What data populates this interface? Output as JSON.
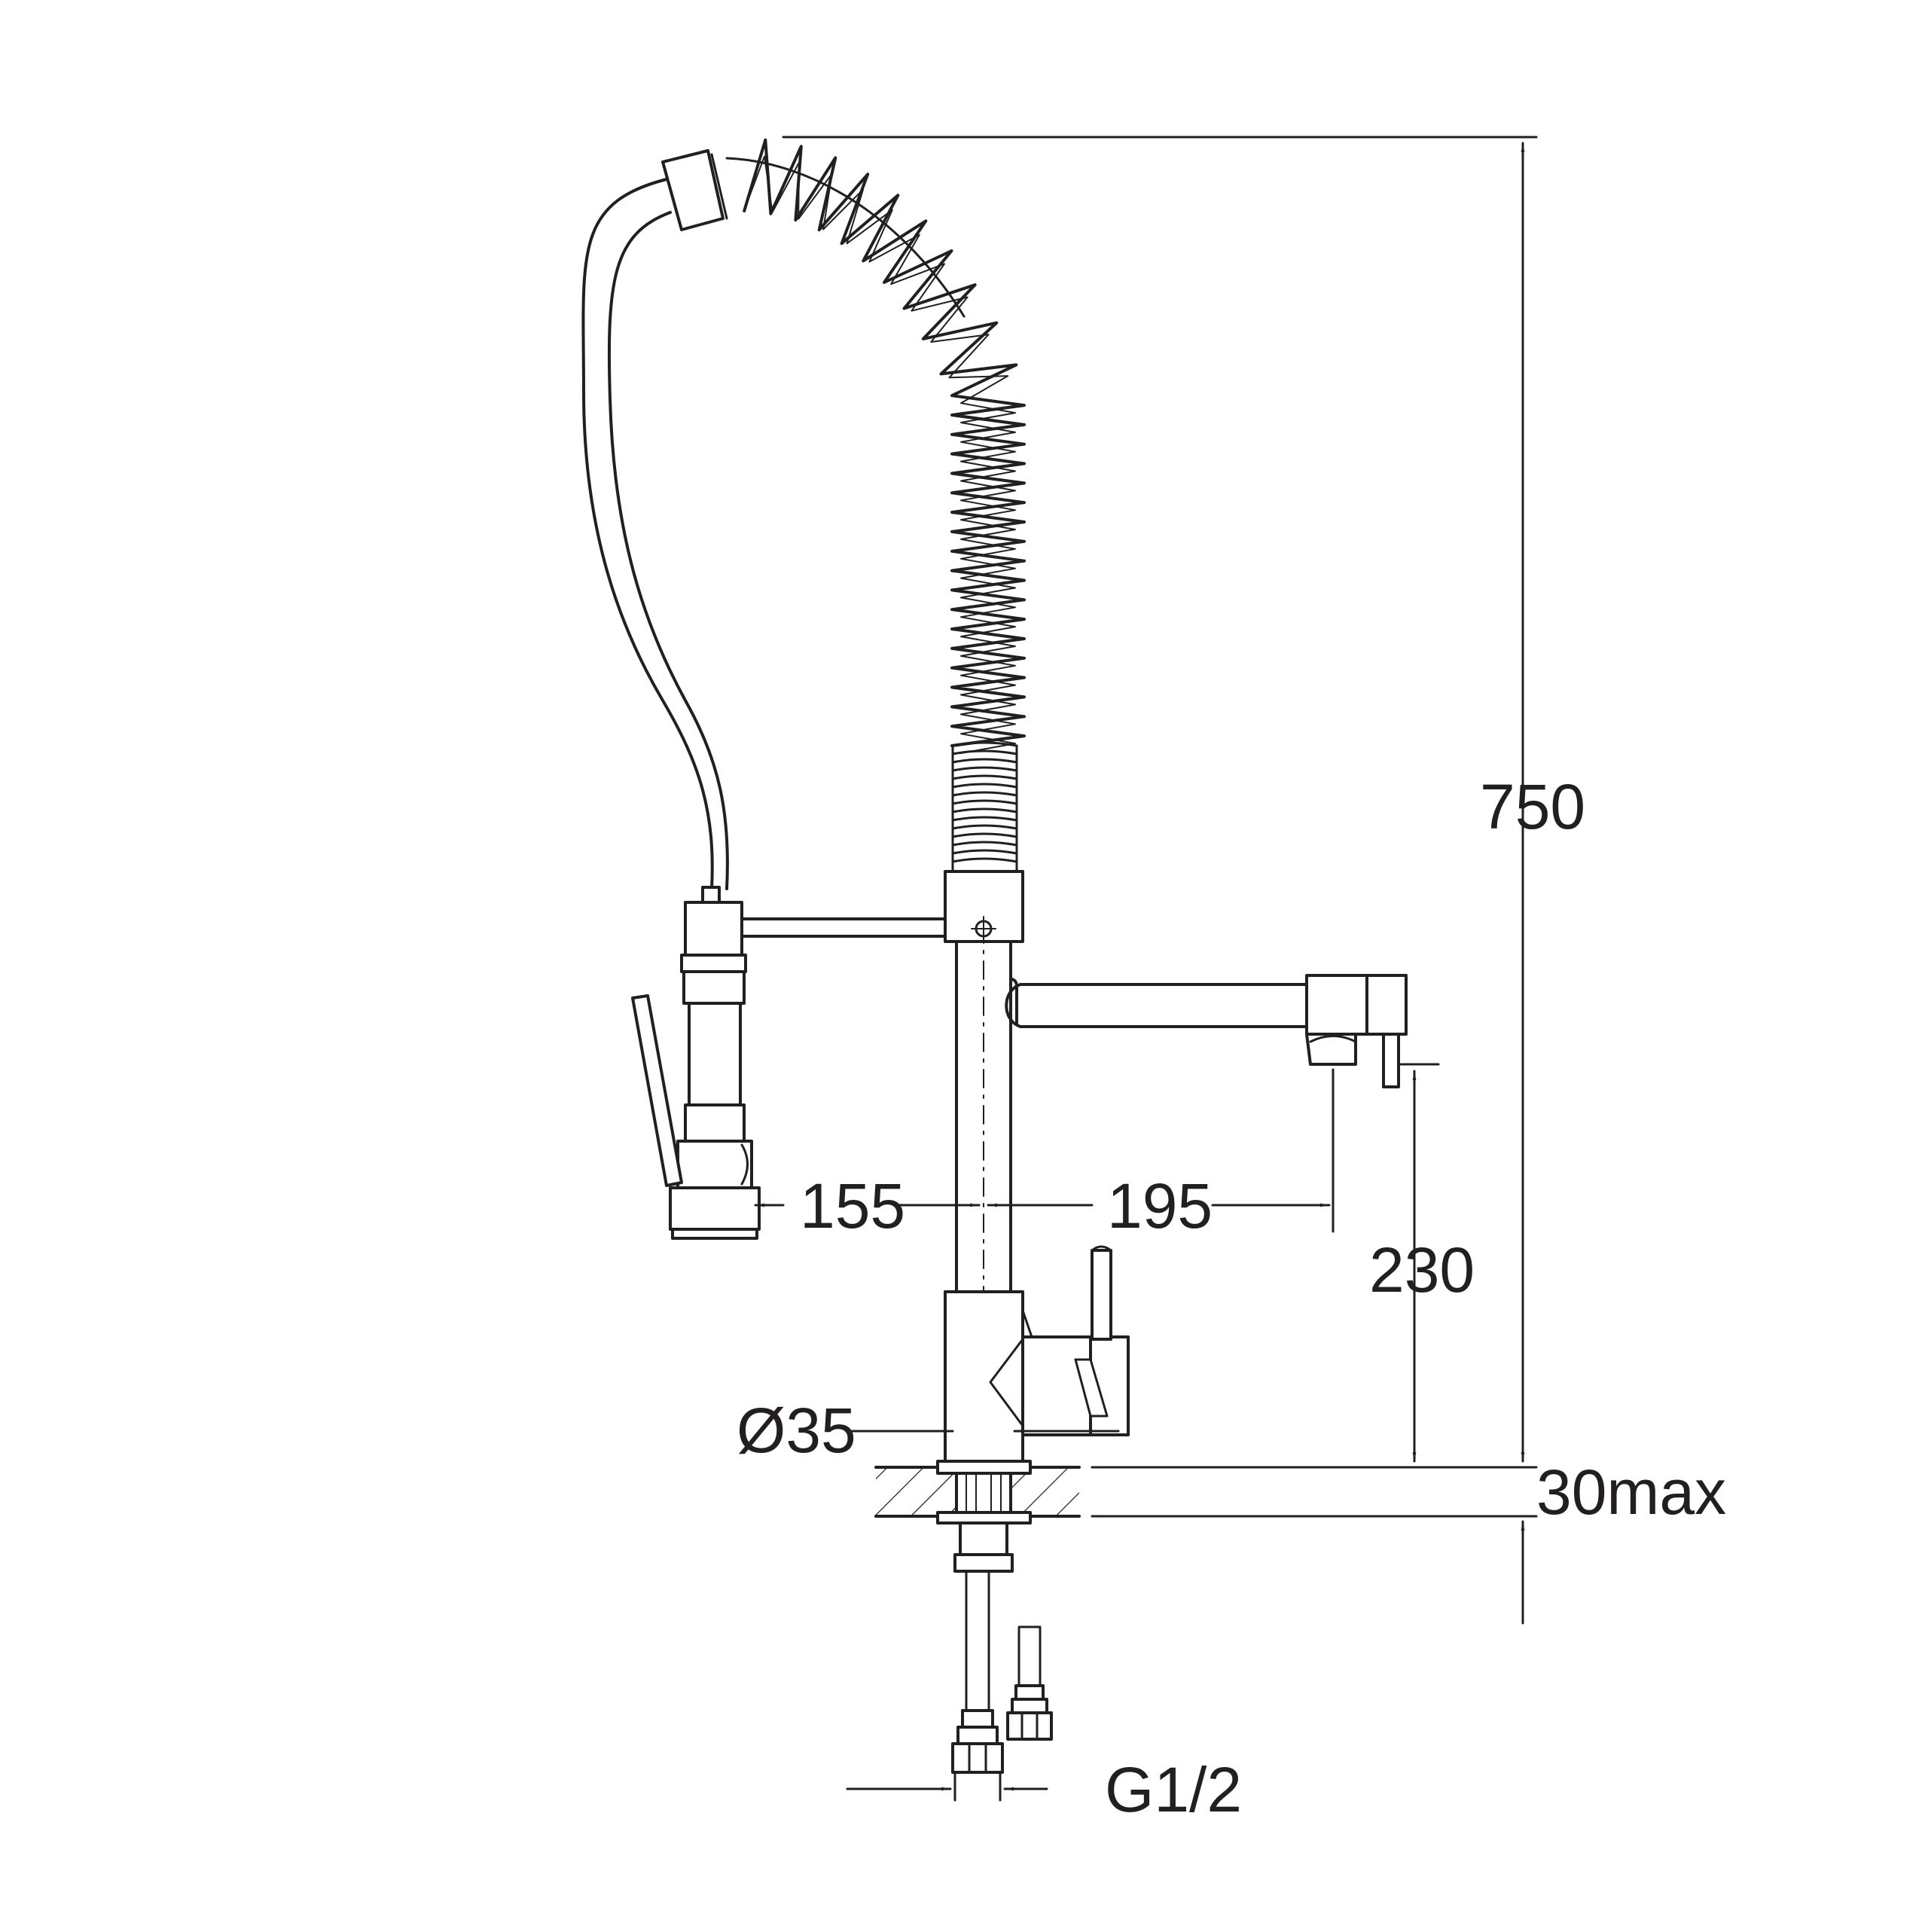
{
  "drawing": {
    "dimensions": {
      "height_total": "750",
      "spray_reach": "155",
      "spout_reach": "195",
      "spout_height": "230",
      "body_diameter": "Ø35",
      "counter_thickness": "30max",
      "thread": "G1/2"
    },
    "colors": {
      "line": "#231f20",
      "background": "#ffffff"
    }
  }
}
